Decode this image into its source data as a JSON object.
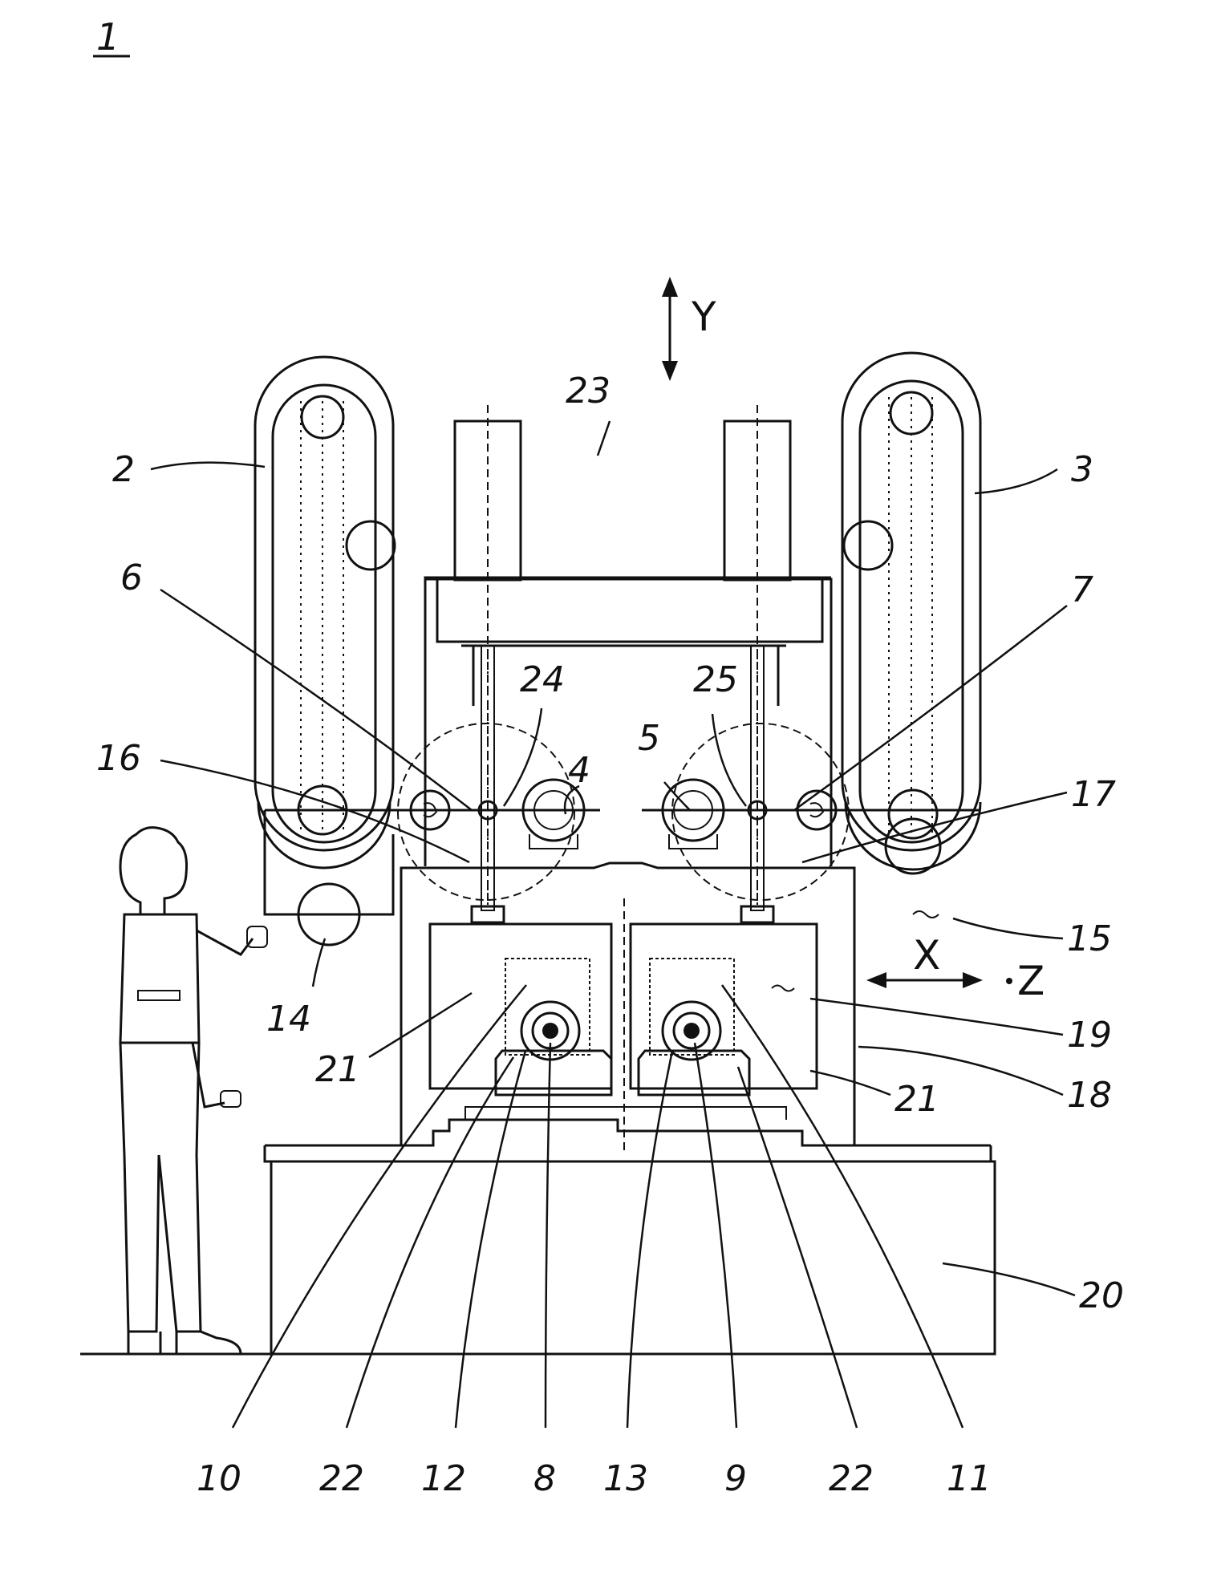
{
  "figure_label": "1",
  "axes": {
    "y": "Y",
    "x": "X",
    "z": "Z"
  },
  "callouts": {
    "c2": "2",
    "c3": "3",
    "c4": "4",
    "c5": "5",
    "c6": "6",
    "c7": "7",
    "c8": "8",
    "c9": "9",
    "c10": "10",
    "c11": "11",
    "c12": "12",
    "c13": "13",
    "c14": "14",
    "c15": "15",
    "c16": "16",
    "c17": "17",
    "c18": "18",
    "c19": "19",
    "c20": "20",
    "c21a": "21",
    "c21b": "21",
    "c22a": "22",
    "c22b": "22",
    "c23": "23",
    "c24": "24",
    "c25": "25"
  }
}
